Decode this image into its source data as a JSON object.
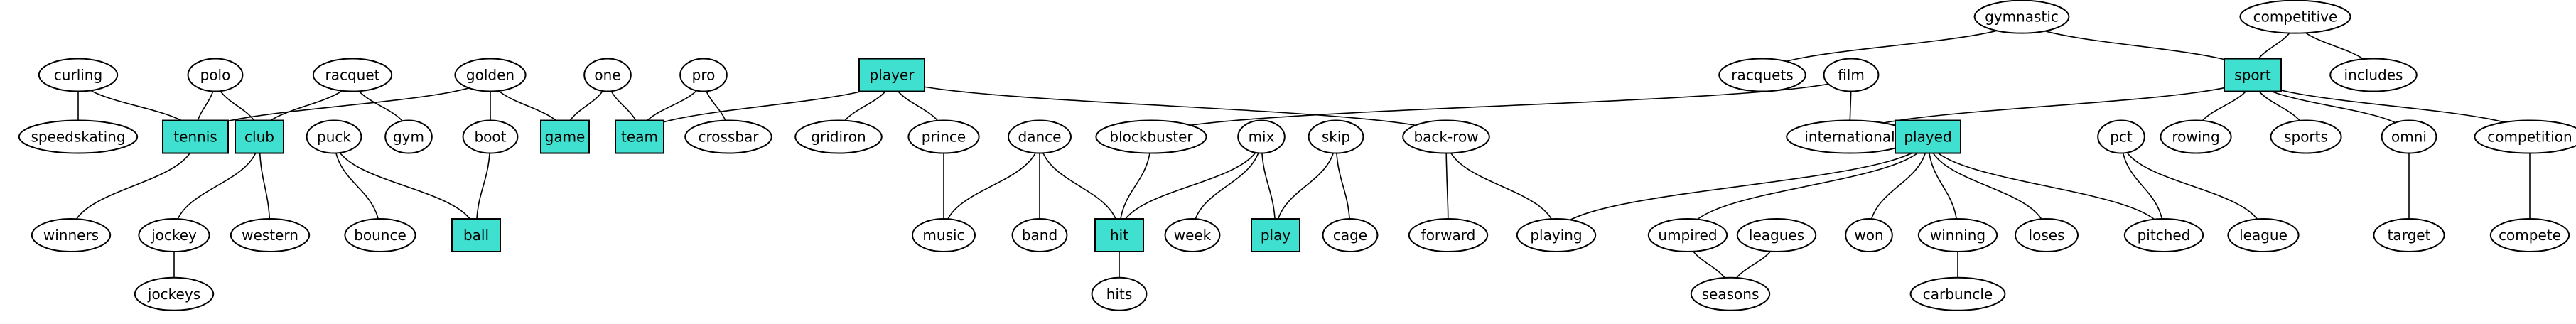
{
  "graph": {
    "highlight_color": "#40e0d0",
    "nodes": [
      {
        "id": "gymnastic",
        "label": "gymnastic",
        "shape": "ellipse"
      },
      {
        "id": "competitive",
        "label": "competitive",
        "shape": "ellipse"
      },
      {
        "id": "curling",
        "label": "curling",
        "shape": "ellipse"
      },
      {
        "id": "polo",
        "label": "polo",
        "shape": "ellipse"
      },
      {
        "id": "racquet",
        "label": "racquet",
        "shape": "ellipse"
      },
      {
        "id": "golden",
        "label": "golden",
        "shape": "ellipse"
      },
      {
        "id": "one",
        "label": "one",
        "shape": "ellipse"
      },
      {
        "id": "pro",
        "label": "pro",
        "shape": "ellipse"
      },
      {
        "id": "player",
        "label": "player",
        "shape": "box"
      },
      {
        "id": "racquets",
        "label": "racquets",
        "shape": "ellipse"
      },
      {
        "id": "film",
        "label": "film",
        "shape": "ellipse"
      },
      {
        "id": "sport",
        "label": "sport",
        "shape": "box"
      },
      {
        "id": "includes",
        "label": "includes",
        "shape": "ellipse"
      },
      {
        "id": "speedskating",
        "label": "speedskating",
        "shape": "ellipse"
      },
      {
        "id": "tennis",
        "label": "tennis",
        "shape": "box"
      },
      {
        "id": "club",
        "label": "club",
        "shape": "box"
      },
      {
        "id": "puck",
        "label": "puck",
        "shape": "ellipse"
      },
      {
        "id": "gym",
        "label": "gym",
        "shape": "ellipse"
      },
      {
        "id": "boot",
        "label": "boot",
        "shape": "ellipse"
      },
      {
        "id": "game",
        "label": "game",
        "shape": "box"
      },
      {
        "id": "team",
        "label": "team",
        "shape": "box"
      },
      {
        "id": "crossbar",
        "label": "crossbar",
        "shape": "ellipse"
      },
      {
        "id": "gridiron",
        "label": "gridiron",
        "shape": "ellipse"
      },
      {
        "id": "prince",
        "label": "prince",
        "shape": "ellipse"
      },
      {
        "id": "dance",
        "label": "dance",
        "shape": "ellipse"
      },
      {
        "id": "blockbuster",
        "label": "blockbuster",
        "shape": "ellipse"
      },
      {
        "id": "mix",
        "label": "mix",
        "shape": "ellipse"
      },
      {
        "id": "skip",
        "label": "skip",
        "shape": "ellipse"
      },
      {
        "id": "backrow",
        "label": "back-row",
        "shape": "ellipse"
      },
      {
        "id": "international",
        "label": "international",
        "shape": "ellipse"
      },
      {
        "id": "played",
        "label": "played",
        "shape": "box"
      },
      {
        "id": "pct",
        "label": "pct",
        "shape": "ellipse"
      },
      {
        "id": "rowing",
        "label": "rowing",
        "shape": "ellipse"
      },
      {
        "id": "sports",
        "label": "sports",
        "shape": "ellipse"
      },
      {
        "id": "omni",
        "label": "omni",
        "shape": "ellipse"
      },
      {
        "id": "competition",
        "label": "competition",
        "shape": "ellipse"
      },
      {
        "id": "winners",
        "label": "winners",
        "shape": "ellipse"
      },
      {
        "id": "jockey",
        "label": "jockey",
        "shape": "ellipse"
      },
      {
        "id": "western",
        "label": "western",
        "shape": "ellipse"
      },
      {
        "id": "bounce",
        "label": "bounce",
        "shape": "ellipse"
      },
      {
        "id": "ball",
        "label": "ball",
        "shape": "box"
      },
      {
        "id": "music",
        "label": "music",
        "shape": "ellipse"
      },
      {
        "id": "band",
        "label": "band",
        "shape": "ellipse"
      },
      {
        "id": "hit",
        "label": "hit",
        "shape": "box"
      },
      {
        "id": "week",
        "label": "week",
        "shape": "ellipse"
      },
      {
        "id": "play",
        "label": "play",
        "shape": "box"
      },
      {
        "id": "cage",
        "label": "cage",
        "shape": "ellipse"
      },
      {
        "id": "forward",
        "label": "forward",
        "shape": "ellipse"
      },
      {
        "id": "playing",
        "label": "playing",
        "shape": "ellipse"
      },
      {
        "id": "umpired",
        "label": "umpired",
        "shape": "ellipse"
      },
      {
        "id": "leagues",
        "label": "leagues",
        "shape": "ellipse"
      },
      {
        "id": "won",
        "label": "won",
        "shape": "ellipse"
      },
      {
        "id": "winning",
        "label": "winning",
        "shape": "ellipse"
      },
      {
        "id": "loses",
        "label": "loses",
        "shape": "ellipse"
      },
      {
        "id": "pitched",
        "label": "pitched",
        "shape": "ellipse"
      },
      {
        "id": "league",
        "label": "league",
        "shape": "ellipse"
      },
      {
        "id": "target",
        "label": "target",
        "shape": "ellipse"
      },
      {
        "id": "compete",
        "label": "compete",
        "shape": "ellipse"
      },
      {
        "id": "jockeys",
        "label": "jockeys",
        "shape": "ellipse"
      },
      {
        "id": "hits",
        "label": "hits",
        "shape": "ellipse"
      },
      {
        "id": "seasons",
        "label": "seasons",
        "shape": "ellipse"
      },
      {
        "id": "carbuncle",
        "label": "carbuncle",
        "shape": "ellipse"
      }
    ],
    "edges": [
      [
        "gymnastic",
        "racquets"
      ],
      [
        "gymnastic",
        "sport"
      ],
      [
        "competitive",
        "sport"
      ],
      [
        "competitive",
        "includes"
      ],
      [
        "curling",
        "speedskating"
      ],
      [
        "curling",
        "tennis"
      ],
      [
        "polo",
        "tennis"
      ],
      [
        "polo",
        "club"
      ],
      [
        "racquet",
        "club"
      ],
      [
        "racquet",
        "gym"
      ],
      [
        "golden",
        "tennis"
      ],
      [
        "golden",
        "boot"
      ],
      [
        "golden",
        "game"
      ],
      [
        "one",
        "game"
      ],
      [
        "one",
        "team"
      ],
      [
        "pro",
        "team"
      ],
      [
        "pro",
        "crossbar"
      ],
      [
        "player",
        "team"
      ],
      [
        "player",
        "gridiron"
      ],
      [
        "player",
        "prince"
      ],
      [
        "player",
        "backrow"
      ],
      [
        "film",
        "blockbuster"
      ],
      [
        "film",
        "international"
      ],
      [
        "sport",
        "international"
      ],
      [
        "sport",
        "rowing"
      ],
      [
        "sport",
        "sports"
      ],
      [
        "sport",
        "omni"
      ],
      [
        "sport",
        "competition"
      ],
      [
        "tennis",
        "winners"
      ],
      [
        "club",
        "jockey"
      ],
      [
        "club",
        "western"
      ],
      [
        "puck",
        "bounce"
      ],
      [
        "puck",
        "ball"
      ],
      [
        "boot",
        "ball"
      ],
      [
        "prince",
        "music"
      ],
      [
        "dance",
        "music"
      ],
      [
        "dance",
        "band"
      ],
      [
        "dance",
        "hit"
      ],
      [
        "blockbuster",
        "hit"
      ],
      [
        "mix",
        "hit"
      ],
      [
        "mix",
        "week"
      ],
      [
        "mix",
        "play"
      ],
      [
        "skip",
        "play"
      ],
      [
        "skip",
        "cage"
      ],
      [
        "backrow",
        "forward"
      ],
      [
        "backrow",
        "playing"
      ],
      [
        "played",
        "playing"
      ],
      [
        "played",
        "umpired"
      ],
      [
        "played",
        "won"
      ],
      [
        "played",
        "winning"
      ],
      [
        "played",
        "loses"
      ],
      [
        "played",
        "pitched"
      ],
      [
        "pct",
        "pitched"
      ],
      [
        "pct",
        "league"
      ],
      [
        "omni",
        "target"
      ],
      [
        "competition",
        "compete"
      ],
      [
        "jockey",
        "jockeys"
      ],
      [
        "hit",
        "hits"
      ],
      [
        "umpired",
        "seasons"
      ],
      [
        "leagues",
        "seasons"
      ],
      [
        "winning",
        "carbuncle"
      ]
    ]
  }
}
